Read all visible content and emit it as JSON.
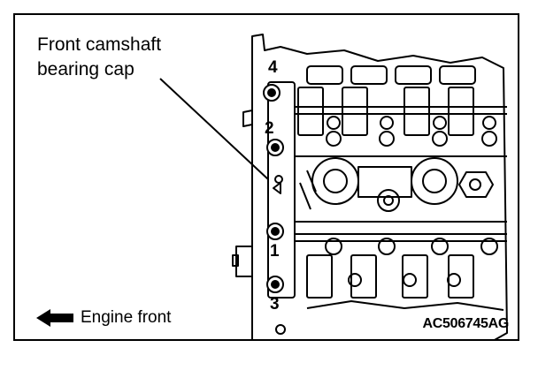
{
  "callout": {
    "line1": "Front camshaft",
    "line2": "bearing cap"
  },
  "bolt_numbers": {
    "n4": "4",
    "n2": "2",
    "n1": "1",
    "n3": "3"
  },
  "legend": {
    "icon": "left-arrow-icon",
    "text": "Engine front"
  },
  "figure_code": "AC506745AG"
}
